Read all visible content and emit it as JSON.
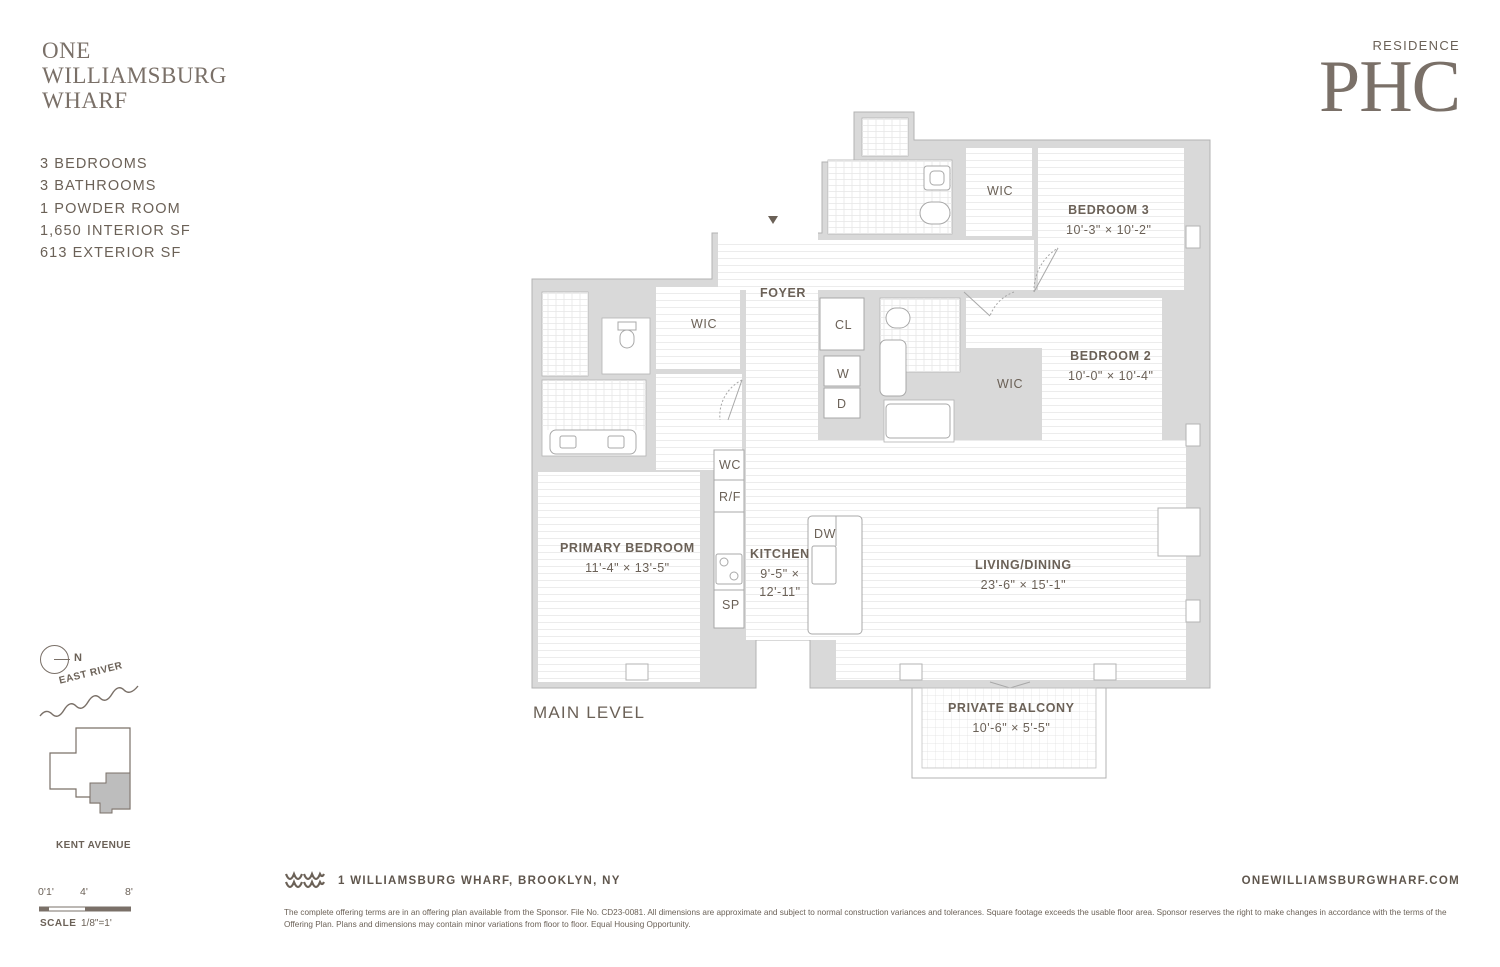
{
  "brand": {
    "lines": [
      "ONE",
      "WILLIAMSBURG",
      "WHARF"
    ]
  },
  "unit_stats": {
    "items": [
      "3 BEDROOMS",
      "3 BATHROOMS",
      "1 POWDER ROOM",
      "1,650 INTERIOR SF",
      "613 EXTERIOR SF"
    ]
  },
  "residence": {
    "label": "RESIDENCE",
    "name": "PHC"
  },
  "orientation": {
    "north": "N",
    "river": "EAST RIVER",
    "street": "KENT AVENUE"
  },
  "scale": {
    "ticks": [
      "0'",
      "1'",
      "4'",
      "8'"
    ],
    "label": "SCALE",
    "ratio": "1/8\"=1'"
  },
  "plan": {
    "level": "MAIN LEVEL",
    "rooms": [
      {
        "name": "BEDROOM 3",
        "dims": "10'-3\" × 10'-2\""
      },
      {
        "name": "BEDROOM 2",
        "dims": "10'-0\" × 10'-4\""
      },
      {
        "name": "FOYER",
        "dims": ""
      },
      {
        "name": "PRIMARY BEDROOM",
        "dims": "11'-4\" × 13'-5\""
      },
      {
        "name": "KITCHEN",
        "dims": "9'-5\" ×",
        "dims2": "12'-11\""
      },
      {
        "name": "LIVING/DINING",
        "dims": "23'-6\" × 15'-1\""
      },
      {
        "name": "PRIVATE BALCONY",
        "dims": "10'-6\" × 5'-5\""
      }
    ],
    "tags": {
      "wic_bed3": "WIC",
      "wic_primary": "WIC",
      "wic_bed2": "WIC",
      "cl": "CL",
      "w": "W",
      "d": "D",
      "wc": "WC",
      "rf": "R/F",
      "sp": "SP",
      "dw": "DW"
    }
  },
  "footer": {
    "address": "1 WILLIAMSBURG WHARF, BROOKLYN, NY",
    "url": "ONEWILLIAMSBURGWHARF.COM",
    "disclaimer": "The complete offering terms are in an offering plan available from the Sponsor. File No. CD23-0081. All dimensions are approximate and subject to normal construction variances and tolerances. Square footage exceeds the usable floor area. Sponsor reserves the right to make changes in accordance with the terms of the Offering Plan. Plans and dimensions may contain minor variations from floor to floor. Equal Housing Opportunity."
  },
  "colors": {
    "text": "#6b6157",
    "wall": "#d9d9d9",
    "wall_stroke": "#b3b3b3",
    "floor_line": "#ececec",
    "keyplan_fill": "#bdbdbd"
  }
}
